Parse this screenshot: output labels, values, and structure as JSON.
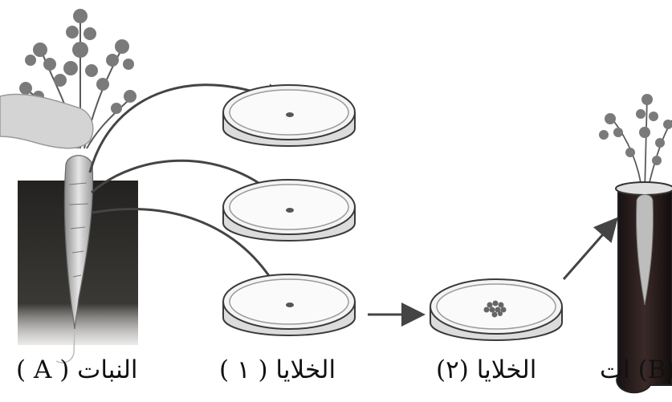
{
  "labels": {
    "plant_a": "النبات ( A )",
    "cells_1": "الخلايا ( ١ )",
    "cells_2": "الخلايا (٢)",
    "plant_b": "ات (B)"
  },
  "colors": {
    "soil": "#2b2a27",
    "tube_fill": "#1f1513",
    "stroke": "#3a3a3a",
    "dish_rim": "#e9e9e9",
    "arrow": "#444444",
    "leaf": "#6f6f6f"
  }
}
